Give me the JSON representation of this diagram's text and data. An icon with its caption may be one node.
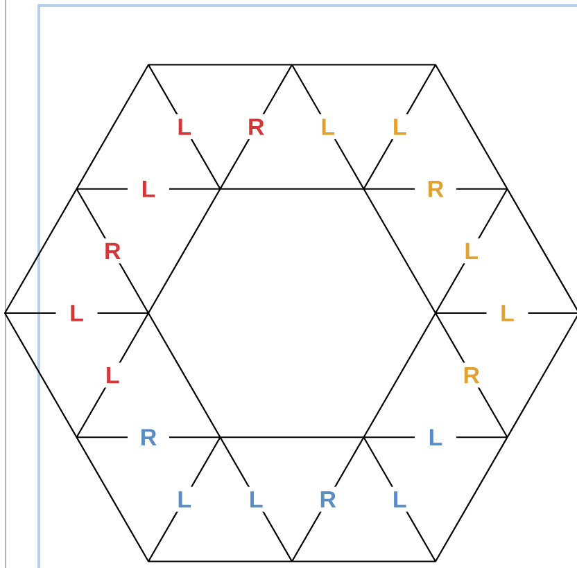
{
  "diagram": {
    "labels": [
      "L",
      "R",
      "L",
      "L",
      "L",
      "R",
      "R",
      "L",
      "L",
      "L",
      "L",
      "R",
      "R",
      "L",
      "L",
      "L",
      "R",
      "L"
    ]
  }
}
